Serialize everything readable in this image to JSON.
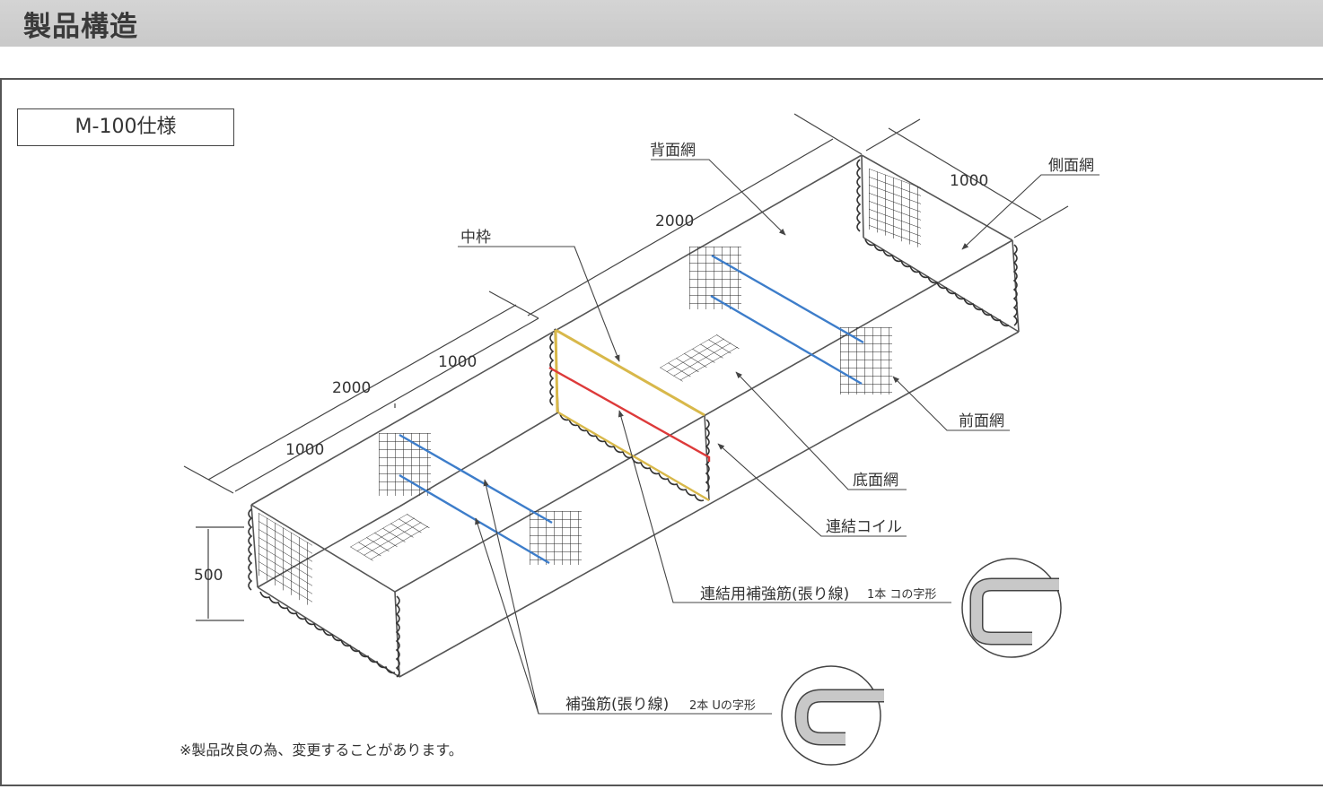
{
  "header": {
    "title": "製品構造"
  },
  "spec": {
    "label": "M-100仕様"
  },
  "dimensions": {
    "overall_length": "2000",
    "segment_length": "1000",
    "width": "1000",
    "height": "500",
    "back_length": "2000",
    "back_segment": "1000",
    "side_width": "1000"
  },
  "labels": {
    "back_mesh": "背面網",
    "side_mesh": "側面網",
    "middle_frame": "中枠",
    "front_mesh": "前面網",
    "bottom_mesh": "底面網",
    "connecting_coil": "連結コイル",
    "connecting_rebar": "連結用補強筋(張り線)",
    "connecting_rebar_count": "1本 コの字形",
    "rebar": "補強筋(張り線)",
    "rebar_count": "2本 Uの字形"
  },
  "note": "※製品改良の為、変更することがあります。",
  "colors": {
    "frame_line": "#555555",
    "mesh": "#222222",
    "rebar": "#3d7dca",
    "middle_frame": "#d8b84a",
    "connecting_rebar": "#dd3a3a",
    "detail_fill": "#c8c8c8"
  }
}
